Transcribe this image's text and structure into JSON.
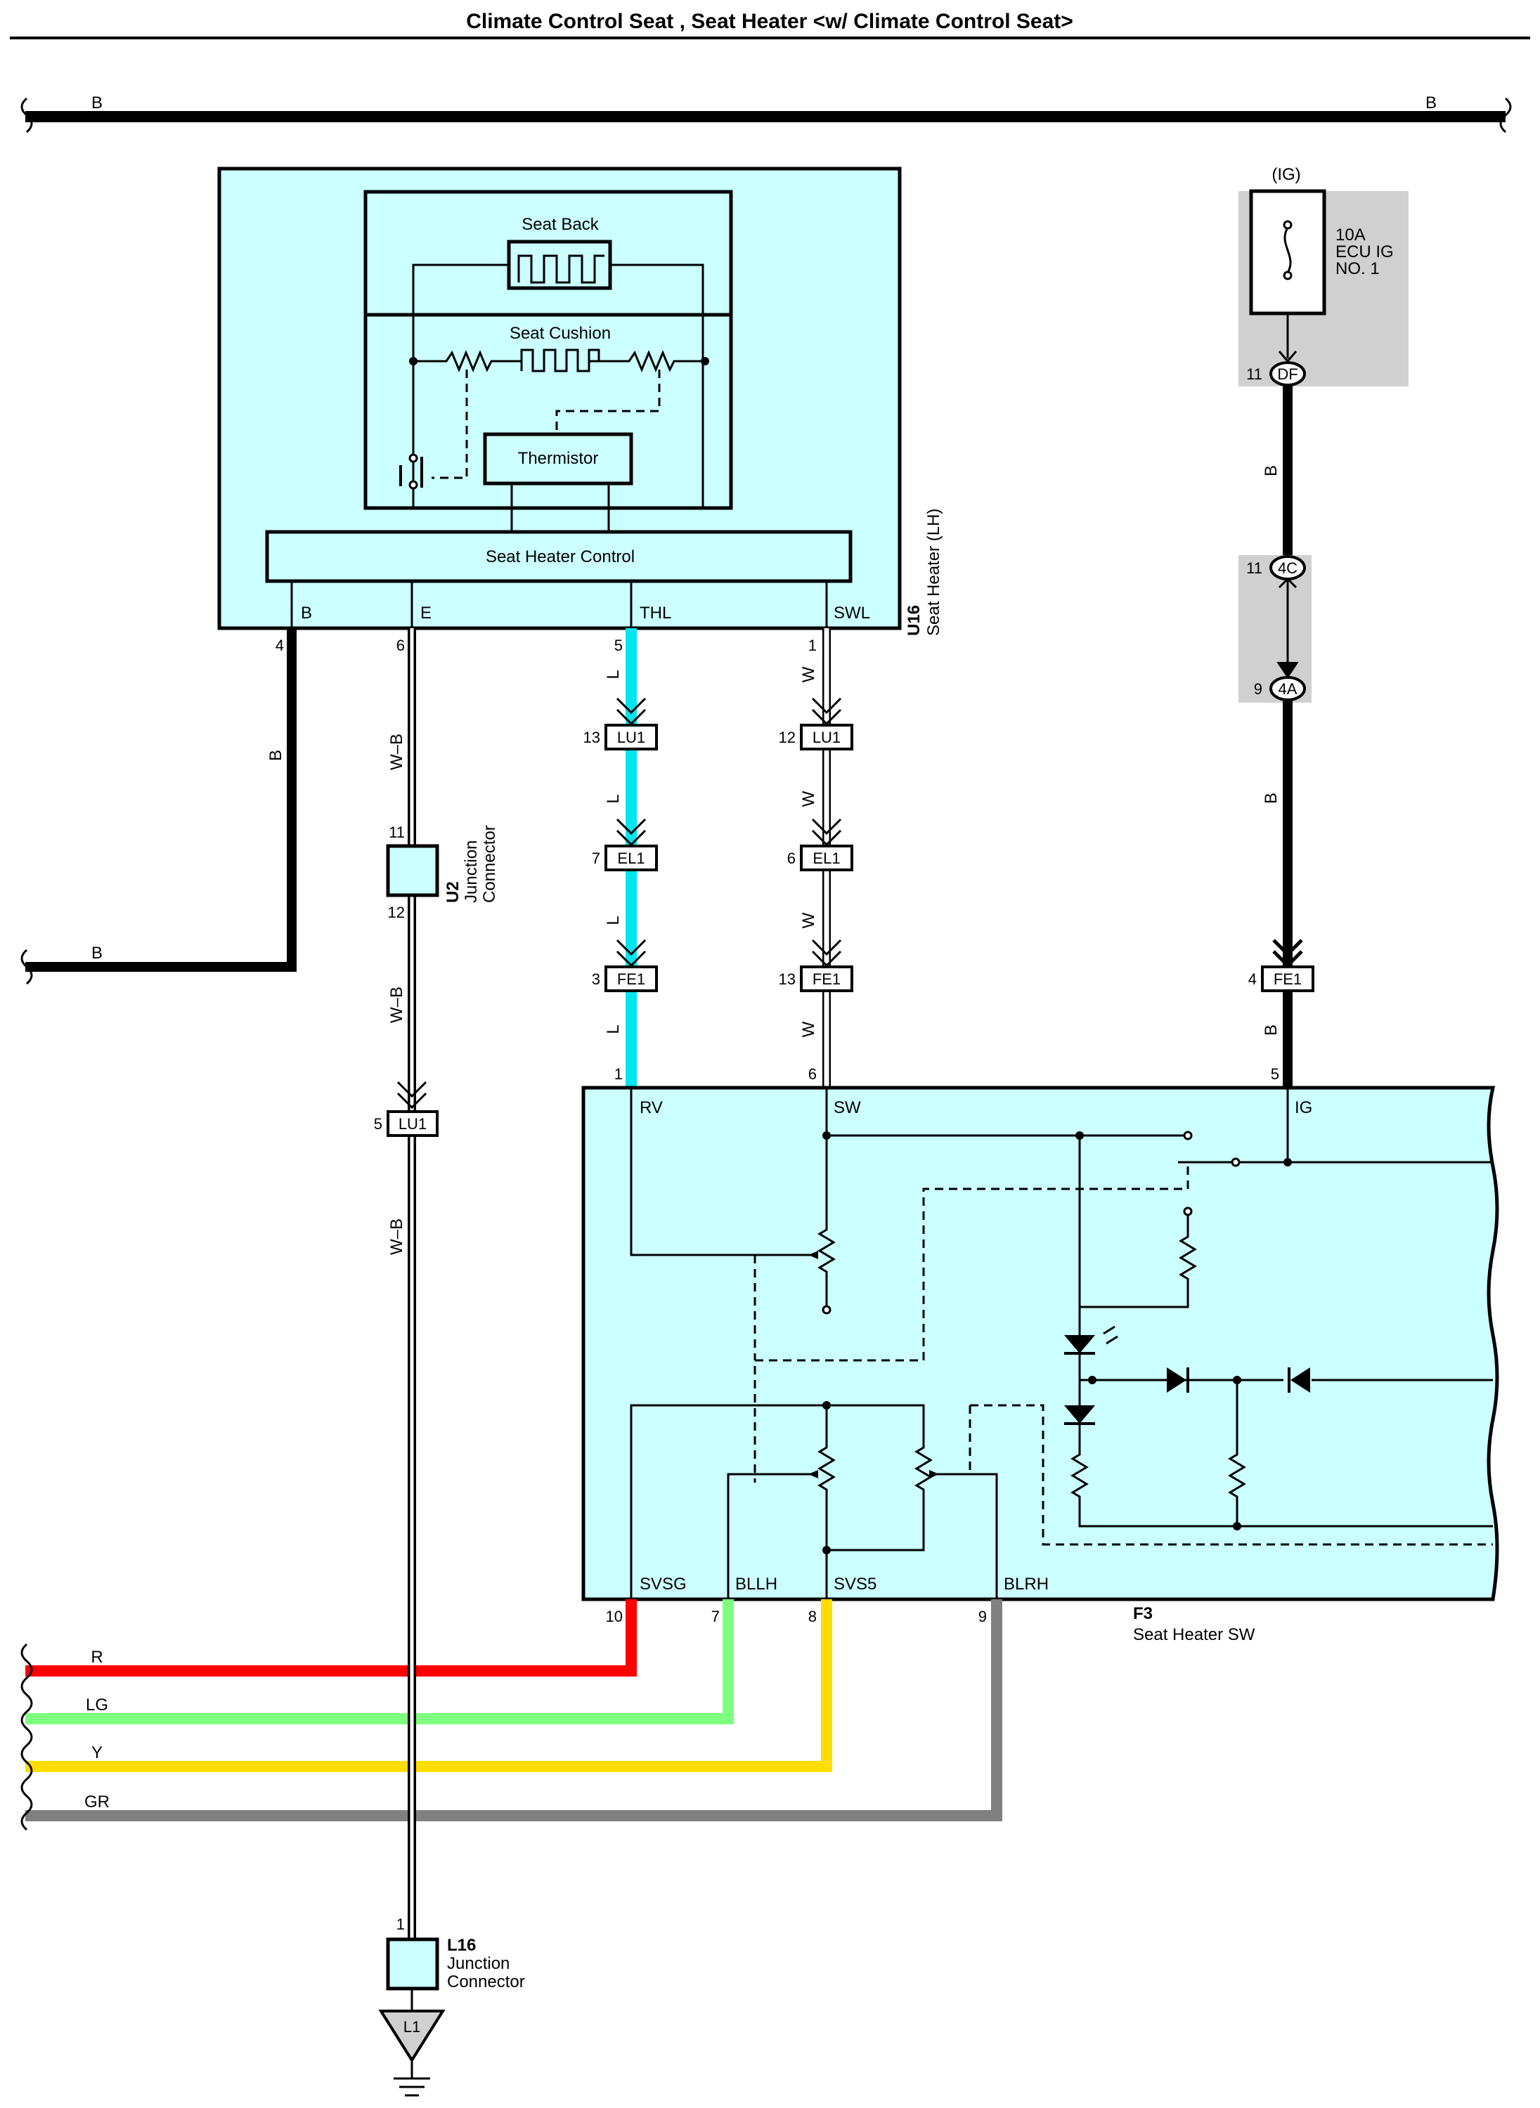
{
  "title": "Climate Control Seat , Seat Heater <w/ Climate Control Seat>",
  "colors": {
    "component_fill": "#ccffff",
    "ground_fill": "#d0d0d0",
    "wire_L": "#00e5f0",
    "wire_R": "#ff0000",
    "wire_LG": "#7fff7f",
    "wire_Y": "#ffdd00",
    "wire_GR": "#808080"
  },
  "bus": {
    "left_label": "B",
    "right_label": "B"
  },
  "u16": {
    "code": "U16",
    "name": "Seat Heater (LH)",
    "seat_back": "Seat Back",
    "seat_cushion": "Seat Cushion",
    "thermistor": "Thermistor",
    "control": "Seat Heater Control",
    "terminals": [
      "B",
      "E",
      "THL",
      "SWL"
    ],
    "pins": [
      "4",
      "6",
      "5",
      "1"
    ]
  },
  "wires": {
    "b_left": "B",
    "wb_1": "W–B",
    "wb_2": "W–B",
    "wb_3": "W–B",
    "l_1": "L",
    "l_2": "L",
    "l_3": "L",
    "l_4": "L",
    "w_1": "W",
    "w_2": "W",
    "w_3": "W",
    "w_4": "W",
    "b_r1": "B",
    "b_r2": "B",
    "b_r3": "B",
    "left_b": "B",
    "r": "R",
    "lg": "LG",
    "y": "Y",
    "gr": "GR"
  },
  "u2": {
    "code": "U2",
    "name_line1": "Junction",
    "name_line2": "Connector",
    "pin_top": "11",
    "pin_bottom": "12"
  },
  "fuse": {
    "ig": "(IG)",
    "line1": "10A",
    "line2": "ECU IG",
    "line3": "NO. 1"
  },
  "connectors": {
    "df": {
      "label": "DF",
      "pin": "11"
    },
    "c4c": {
      "label": "4C",
      "pin": "11"
    },
    "c4a": {
      "label": "4A",
      "pin": "9"
    },
    "lu1_thl": {
      "label": "LU1",
      "pin": "13"
    },
    "lu1_swl": {
      "label": "LU1",
      "pin": "12"
    },
    "el1_thl": {
      "label": "EL1",
      "pin": "7"
    },
    "el1_swl": {
      "label": "EL1",
      "pin": "6"
    },
    "fe1_thl": {
      "label": "FE1",
      "pin": "3"
    },
    "fe1_swl": {
      "label": "FE1",
      "pin": "13"
    },
    "fe1_ig": {
      "label": "FE1",
      "pin": "4"
    },
    "lu1_e": {
      "label": "LU1",
      "pin": "5"
    }
  },
  "f3": {
    "code": "F3",
    "name": "Seat Heater SW",
    "top_terminals": [
      "RV",
      "SW",
      "IG"
    ],
    "top_pins": [
      "1",
      "6",
      "5"
    ],
    "bottom_terminals": [
      "SVSG",
      "BLLH",
      "SVS5",
      "BLRH"
    ],
    "bottom_pins": [
      "10",
      "7",
      "8",
      "9"
    ]
  },
  "l16": {
    "code": "L16",
    "name_line1": "Junction",
    "name_line2": "Connector",
    "pin": "1",
    "ground": "L1"
  }
}
